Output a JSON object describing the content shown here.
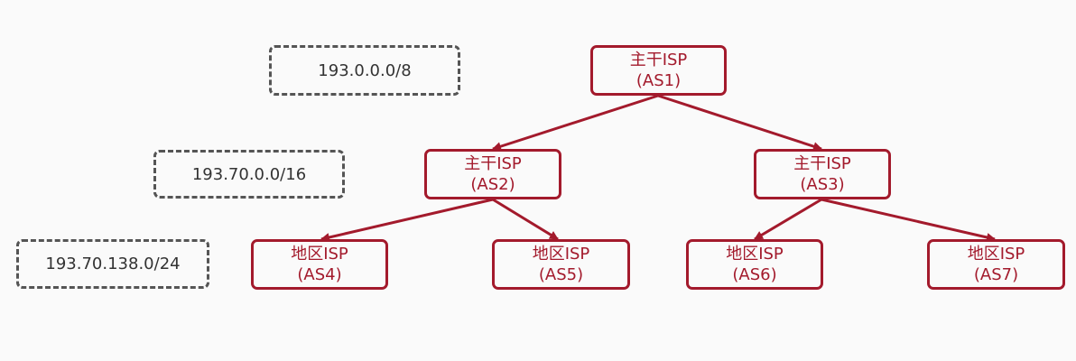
{
  "colors": {
    "node_border": "#a31a2c",
    "node_text": "#a31a2c",
    "prefix_border": "#555555",
    "prefix_text": "#333333",
    "background": "#fafafa"
  },
  "prefixes": {
    "level1": "193.0.0.0/8",
    "level2": "193.70.0.0/16",
    "level3": "193.70.138.0/24"
  },
  "nodes": {
    "as1": {
      "type": "主干ISP",
      "as": "(AS1)"
    },
    "as2": {
      "type": "主干ISP",
      "as": "(AS2)"
    },
    "as3": {
      "type": "主干ISP",
      "as": "(AS3)"
    },
    "as4": {
      "type": "地区ISP",
      "as": "(AS4)"
    },
    "as5": {
      "type": "地区ISP",
      "as": "(AS5)"
    },
    "as6": {
      "type": "地区ISP",
      "as": "(AS6)"
    },
    "as7": {
      "type": "地区ISP",
      "as": "(AS7)"
    }
  },
  "edges": [
    {
      "from": "as1",
      "to": "as2"
    },
    {
      "from": "as1",
      "to": "as3"
    },
    {
      "from": "as2",
      "to": "as4"
    },
    {
      "from": "as2",
      "to": "as5"
    },
    {
      "from": "as3",
      "to": "as6"
    },
    {
      "from": "as3",
      "to": "as7"
    }
  ]
}
